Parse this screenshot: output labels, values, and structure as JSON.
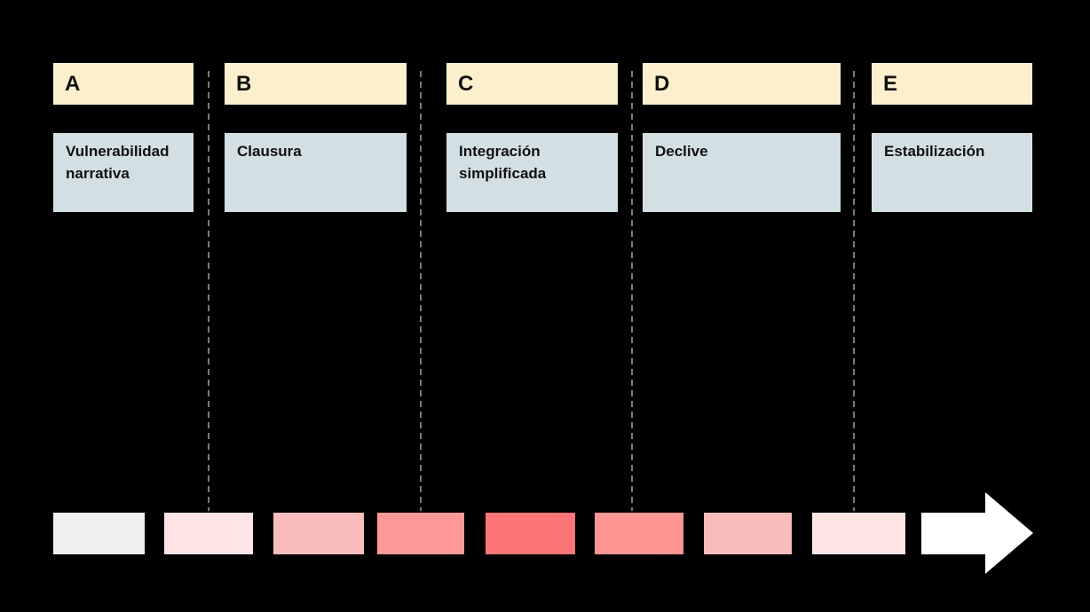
{
  "stages": [
    {
      "letter": "A",
      "label": "Vulnerabilidad narrativa"
    },
    {
      "letter": "B",
      "label": "Clausura"
    },
    {
      "letter": "C",
      "label": "Integración simplificada"
    },
    {
      "letter": "D",
      "label": "Declive"
    },
    {
      "letter": "E",
      "label": "Estabilización"
    }
  ],
  "colors": {
    "background": "#000000",
    "stage_header_bg": "#FCF0CC",
    "stage_label_bg": "#D2E0E3",
    "divider": "#7A7A7A",
    "arrow": "#FFFFFF",
    "text": "#111111"
  },
  "intensity_strip": {
    "swatches": [
      "#EEF0EF",
      "#FDE5E6",
      "#FABCBD",
      "#FD9896",
      "#FD7476",
      "#FD9593",
      "#FABBBB",
      "#FDE5E4"
    ]
  },
  "icons": {
    "arrow": "right-arrow"
  }
}
